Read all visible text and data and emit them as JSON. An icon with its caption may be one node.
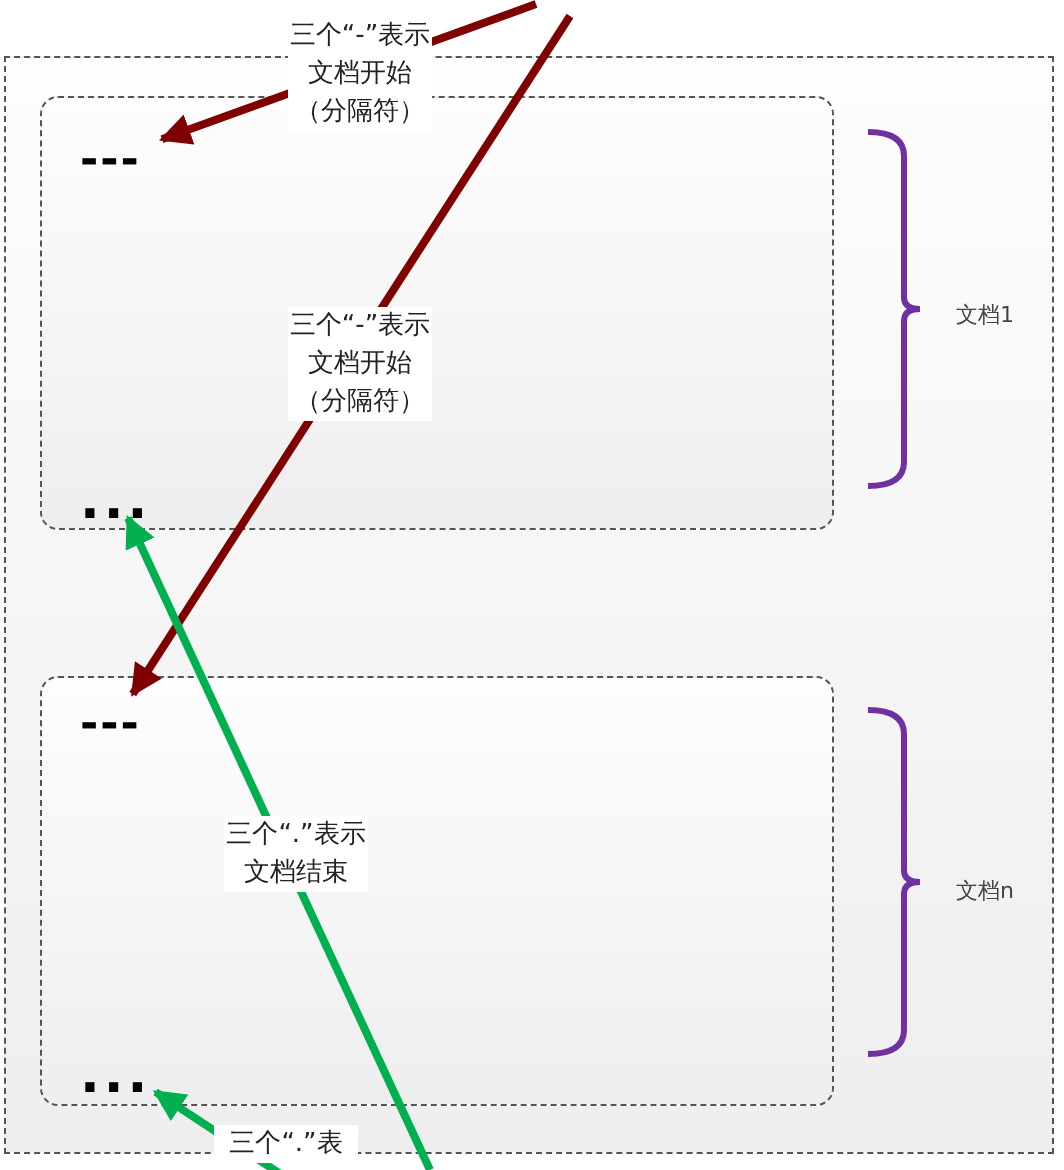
{
  "diagram": {
    "nodes": [
      {
        "text": [],
        "shape": "box"
      },
      {
        "text": [],
        "shape": "box",
        "in": 0
      },
      {
        "text": [
          "---"
        ],
        "in": 1
      },
      {
        "text": [
          "..."
        ],
        "in": 1
      },
      {
        "text": [],
        "shape": "box",
        "in": 0
      },
      {
        "text": [
          "---"
        ],
        "in": 4
      },
      {
        "text": [
          "..."
        ],
        "in": 4
      }
    ],
    "edges": [
      {
        "from": null,
        "to": 2,
        "arrow": "to",
        "label": "三个“-”表示文档开始（分隔符）",
        "color": "#7f0000"
      },
      {
        "from": null,
        "to": 5,
        "arrow": "to",
        "label": "三个“-”表示文档开始（分隔符）",
        "color": "#7f0000"
      },
      {
        "from": null,
        "to": 3,
        "arrow": "to",
        "label": "三个“.”表示文档结束",
        "color": "#00b050"
      },
      {
        "from": null,
        "to": 6,
        "arrow": "to",
        "label": "三个“.”表",
        "color": "#00b050"
      }
    ],
    "labels": [
      "文档1",
      "文档n"
    ]
  }
}
